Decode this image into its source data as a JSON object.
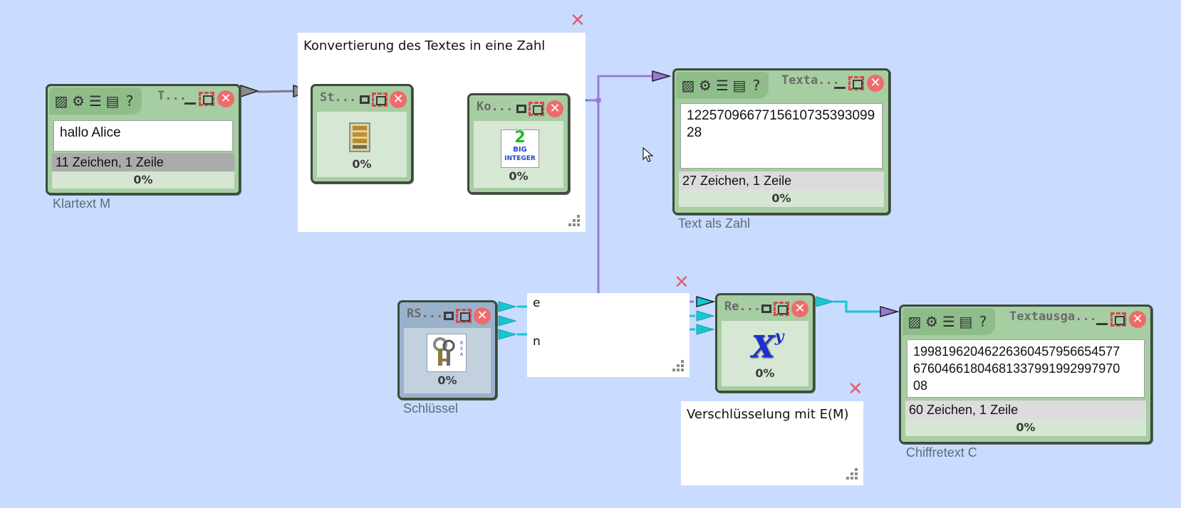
{
  "notes": {
    "conversion": {
      "text": "Konvertierung des Textes in eine Zahl"
    },
    "encryption": {
      "text": "Verschlüsselung mit E(M)"
    },
    "keys": {
      "line1": "e",
      "line2": "n"
    }
  },
  "components": {
    "plaintext": {
      "title": "T...",
      "value": "hallo Alice",
      "status": "11 Zeichen,  1 Zeile",
      "progress": "0%",
      "caption": "Klartext M"
    },
    "stringcodec": {
      "title": "St...",
      "progress": "0%"
    },
    "biginteger": {
      "title": "Ko...",
      "progress": "0%",
      "icon_text": "2",
      "icon_label1": "BIG",
      "icon_label2": "INTEGER"
    },
    "textzahl": {
      "title": "Texta...",
      "value_line1": "122570966771561073539309",
      "value_line2": "9",
      "value_line3": "28",
      "status": "27 Zeichen,  1 Zeile",
      "progress": "0%",
      "caption": "Text als Zahl"
    },
    "rsakeys": {
      "title": "RS...",
      "progress": "0%",
      "caption": "Schlüssel"
    },
    "modpow": {
      "title": "Re...",
      "progress": "0%",
      "icon_base": "X",
      "icon_exp": "y"
    },
    "ciphertext": {
      "title": "Textausga...",
      "value_line1": "19981962046226360457956654577",
      "value_line2": "67604661804681337991992997970",
      "value_line3": "08",
      "status": "60 Zeichen,  1 Zeile",
      "progress": "0%",
      "caption": "Chiffretext C"
    }
  },
  "icons": {
    "toolbar": [
      "image-icon",
      "gear-icon",
      "list-icon",
      "clipboard-icon",
      "help-icon"
    ]
  },
  "colors": {
    "canvas": "#c9dcff",
    "component": "#a7cda2",
    "connector_gray": "#7a7a7a",
    "connector_green": "#2a9a3a",
    "connector_purple": "#9b78dc",
    "connector_cyan": "#16c6d2",
    "close_x": "#e06070"
  }
}
